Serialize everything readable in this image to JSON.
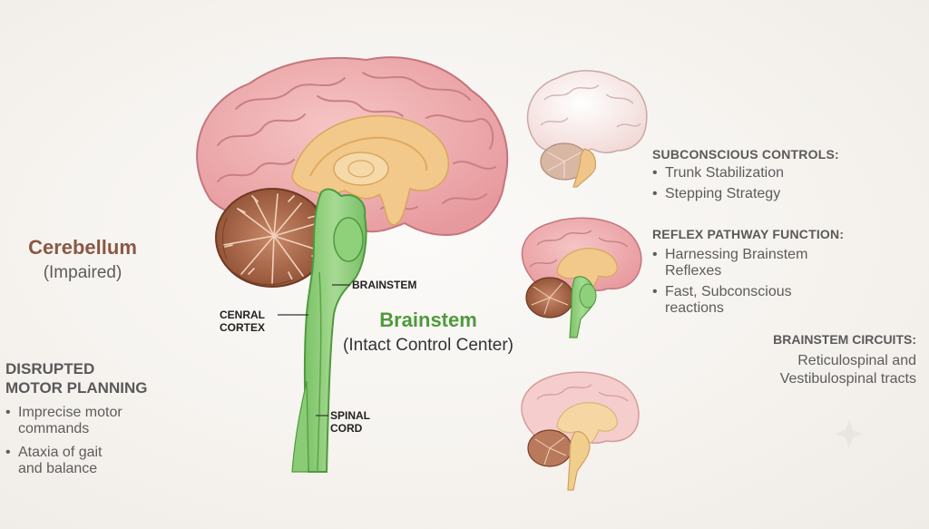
{
  "cerebellum": {
    "title": "Cerebellum",
    "subtitle": "(Impaired)"
  },
  "disrupted": {
    "title_line1": "DISRUPTED",
    "title_line2": "MOTOR PLANNING",
    "items": [
      {
        "line1": "Imprecise motor",
        "line2": "commands"
      },
      {
        "line1": "Ataxia of gait",
        "line2": "and balance"
      }
    ]
  },
  "labels": {
    "brainstem": "BRAINSTEM",
    "cortex_line1": "CENRAL",
    "cortex_line2": "CORTEX",
    "spinal_line1": "SPINAL",
    "spinal_line2": "CORD"
  },
  "brainstem_center": {
    "title": "Brainstem",
    "subtitle": "(Intact Control Center)"
  },
  "subconscious": {
    "heading": "SUBCONSCIOUS CONTROLS:",
    "items": [
      "Trunk Stabilization",
      "Stepping Strategy"
    ]
  },
  "reflex": {
    "heading": "REFLEX PATHWAY FUNCTION:",
    "items": [
      {
        "line1": "Harnessing Brainstem",
        "line2": "Reflexes"
      },
      {
        "line1": "Fast, Subconscious",
        "line2": "reactions"
      }
    ]
  },
  "circuits": {
    "heading": "BRAINSTEM CIRCUITS:",
    "line1": "Reticulospinal and",
    "line2": "Vestibulospinal tracts"
  },
  "colors": {
    "cortex_pink": "#efb0b2",
    "cerebellum_brown": "#9c5a3c",
    "brainstem_green": "#8fcf7c",
    "inner_tan": "#f3cc8f",
    "title_brown": "#8a5844",
    "title_green": "#4f9a3c"
  }
}
